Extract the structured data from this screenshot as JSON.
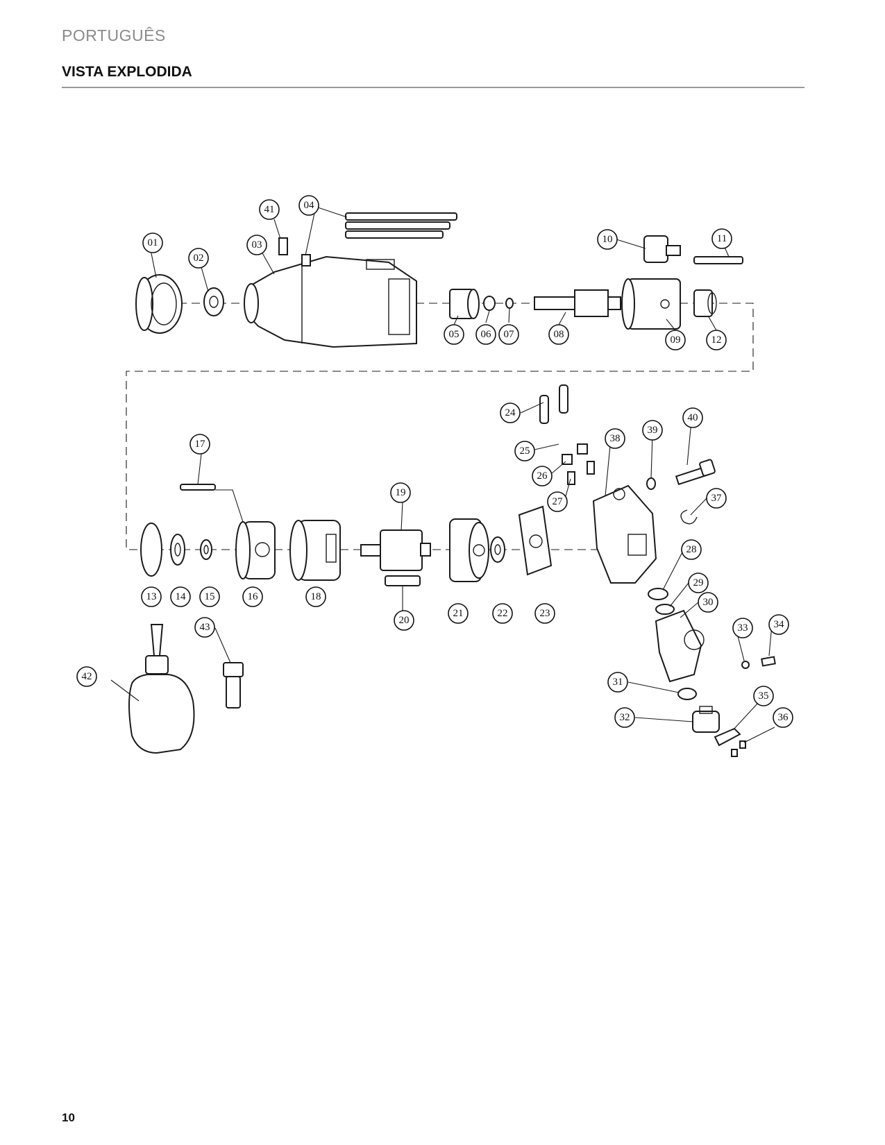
{
  "header": {
    "language": "PORTUGUÊS",
    "title": "VISTA EXPLODIDA"
  },
  "footer": {
    "page_number": "10"
  },
  "diagram": {
    "callouts": [
      "01",
      "02",
      "03",
      "04",
      "05",
      "06",
      "07",
      "08",
      "09",
      "10",
      "11",
      "12",
      "13",
      "14",
      "15",
      "16",
      "17",
      "18",
      "19",
      "20",
      "21",
      "22",
      "23",
      "24",
      "25",
      "26",
      "27",
      "28",
      "29",
      "30",
      "31",
      "32",
      "33",
      "34",
      "35",
      "36",
      "37",
      "38",
      "39",
      "40",
      "41",
      "42",
      "43"
    ]
  }
}
